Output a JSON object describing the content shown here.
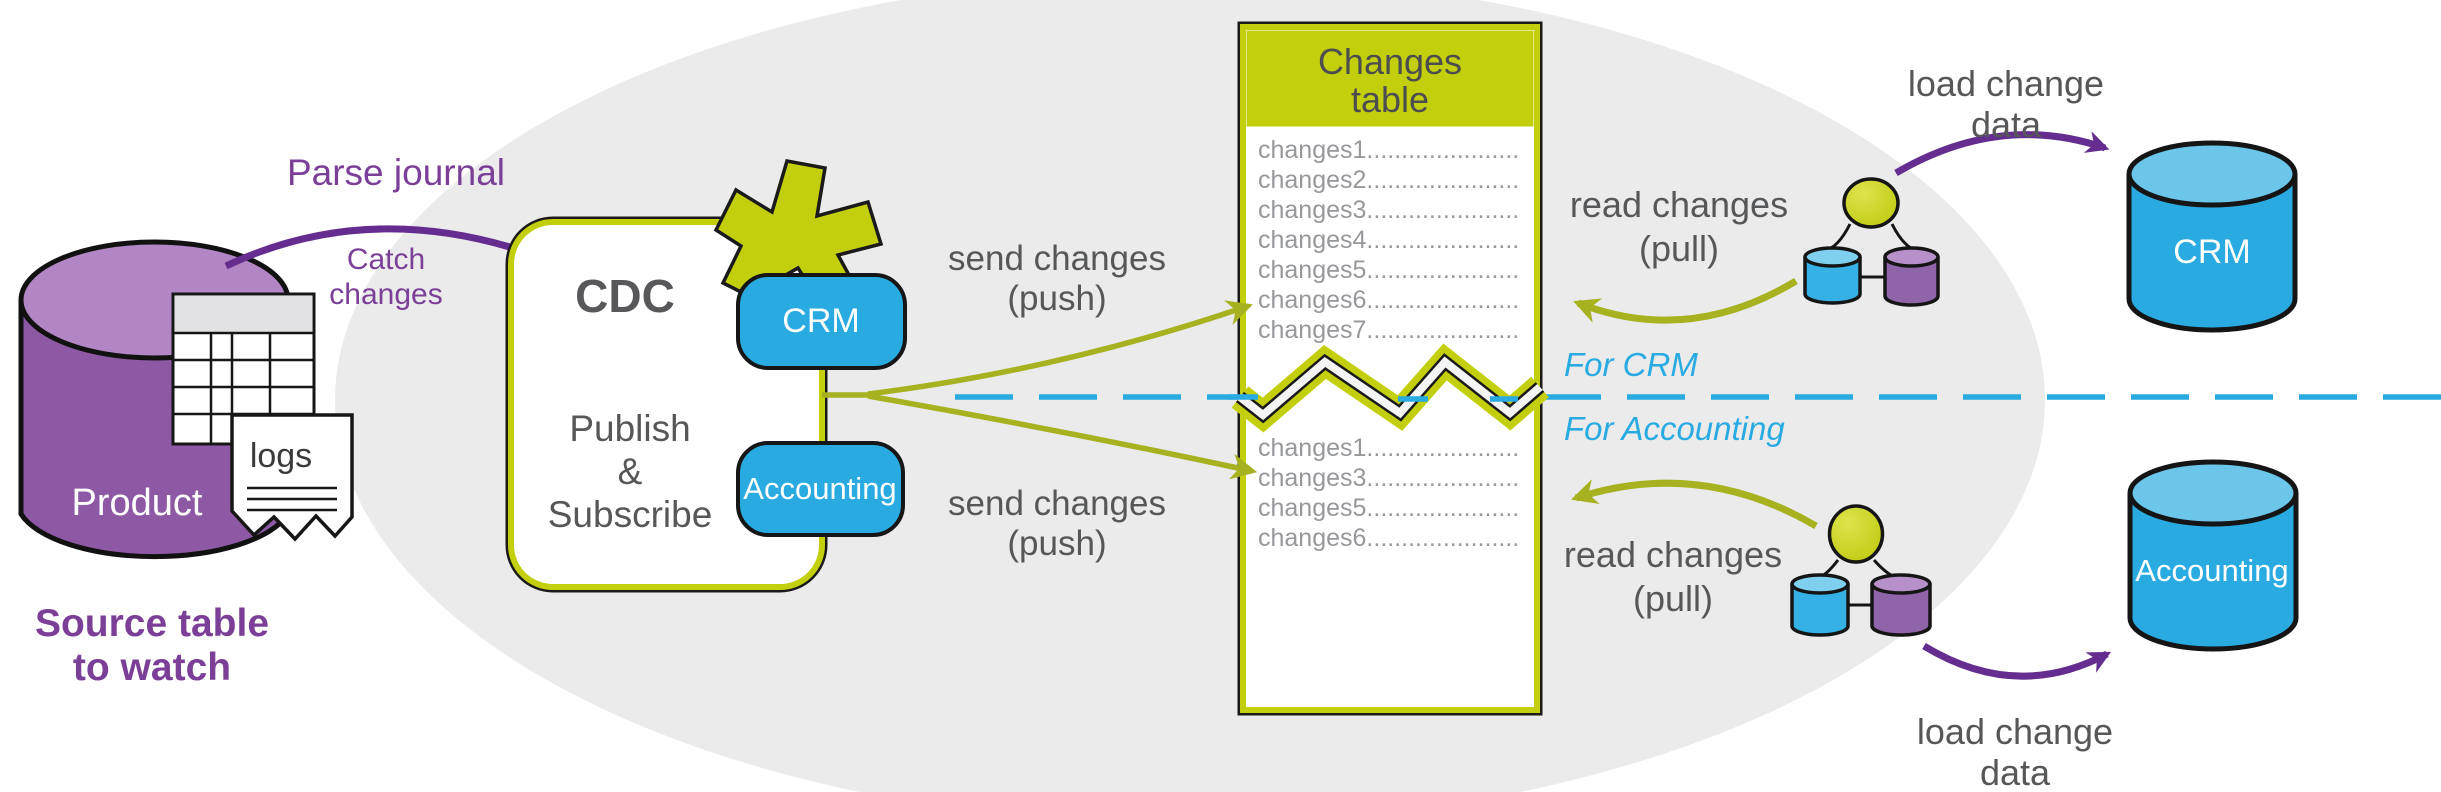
{
  "title": "CDC Publish and Subscribe data flow diagram",
  "colors": {
    "accent_olive": "#c3cf0c",
    "accent_olive_arrow": "#a6b21f",
    "accent_blue": "#29abe2",
    "accent_purple_text": "#7c3f98",
    "accent_purple_arrow": "#662d91",
    "purple_db": "#8d59a4",
    "text_gray": "#565759",
    "row_gray": "#96989b",
    "ellipse_bg": "#ebebeb"
  },
  "source": {
    "parse_journal": "Parse journal",
    "catch_changes": "Catch changes",
    "product_label": "Product",
    "logs_label": "logs",
    "caption": "Source table\nto watch"
  },
  "cdc": {
    "title": "CDC",
    "subtitle": "Publish\n&\nSubscribe",
    "crm_channel": "CRM",
    "accounting_channel": "Accounting"
  },
  "flows": {
    "send_push_top": "send changes\n(push)",
    "send_push_bottom": "send changes\n(push)",
    "read_pull_top": "read changes\n(pull)",
    "read_pull_bottom": "read changes\n(pull)",
    "for_crm": "For CRM",
    "for_accounting": "For Accounting",
    "load_top": "load change data",
    "load_bottom": "load change data"
  },
  "changes_table": {
    "title": "Changes\ntable",
    "rows_top": [
      "changes1......................",
      "changes2......................",
      "changes3......................",
      "changes4......................",
      "changes5......................",
      "changes6......................",
      "changes7......................"
    ],
    "rows_bottom": [
      "changes1......................",
      "changes3......................",
      "changes5......................",
      "changes6......................"
    ]
  },
  "targets": {
    "crm_db": "CRM",
    "accounting_db": "Accounting"
  }
}
